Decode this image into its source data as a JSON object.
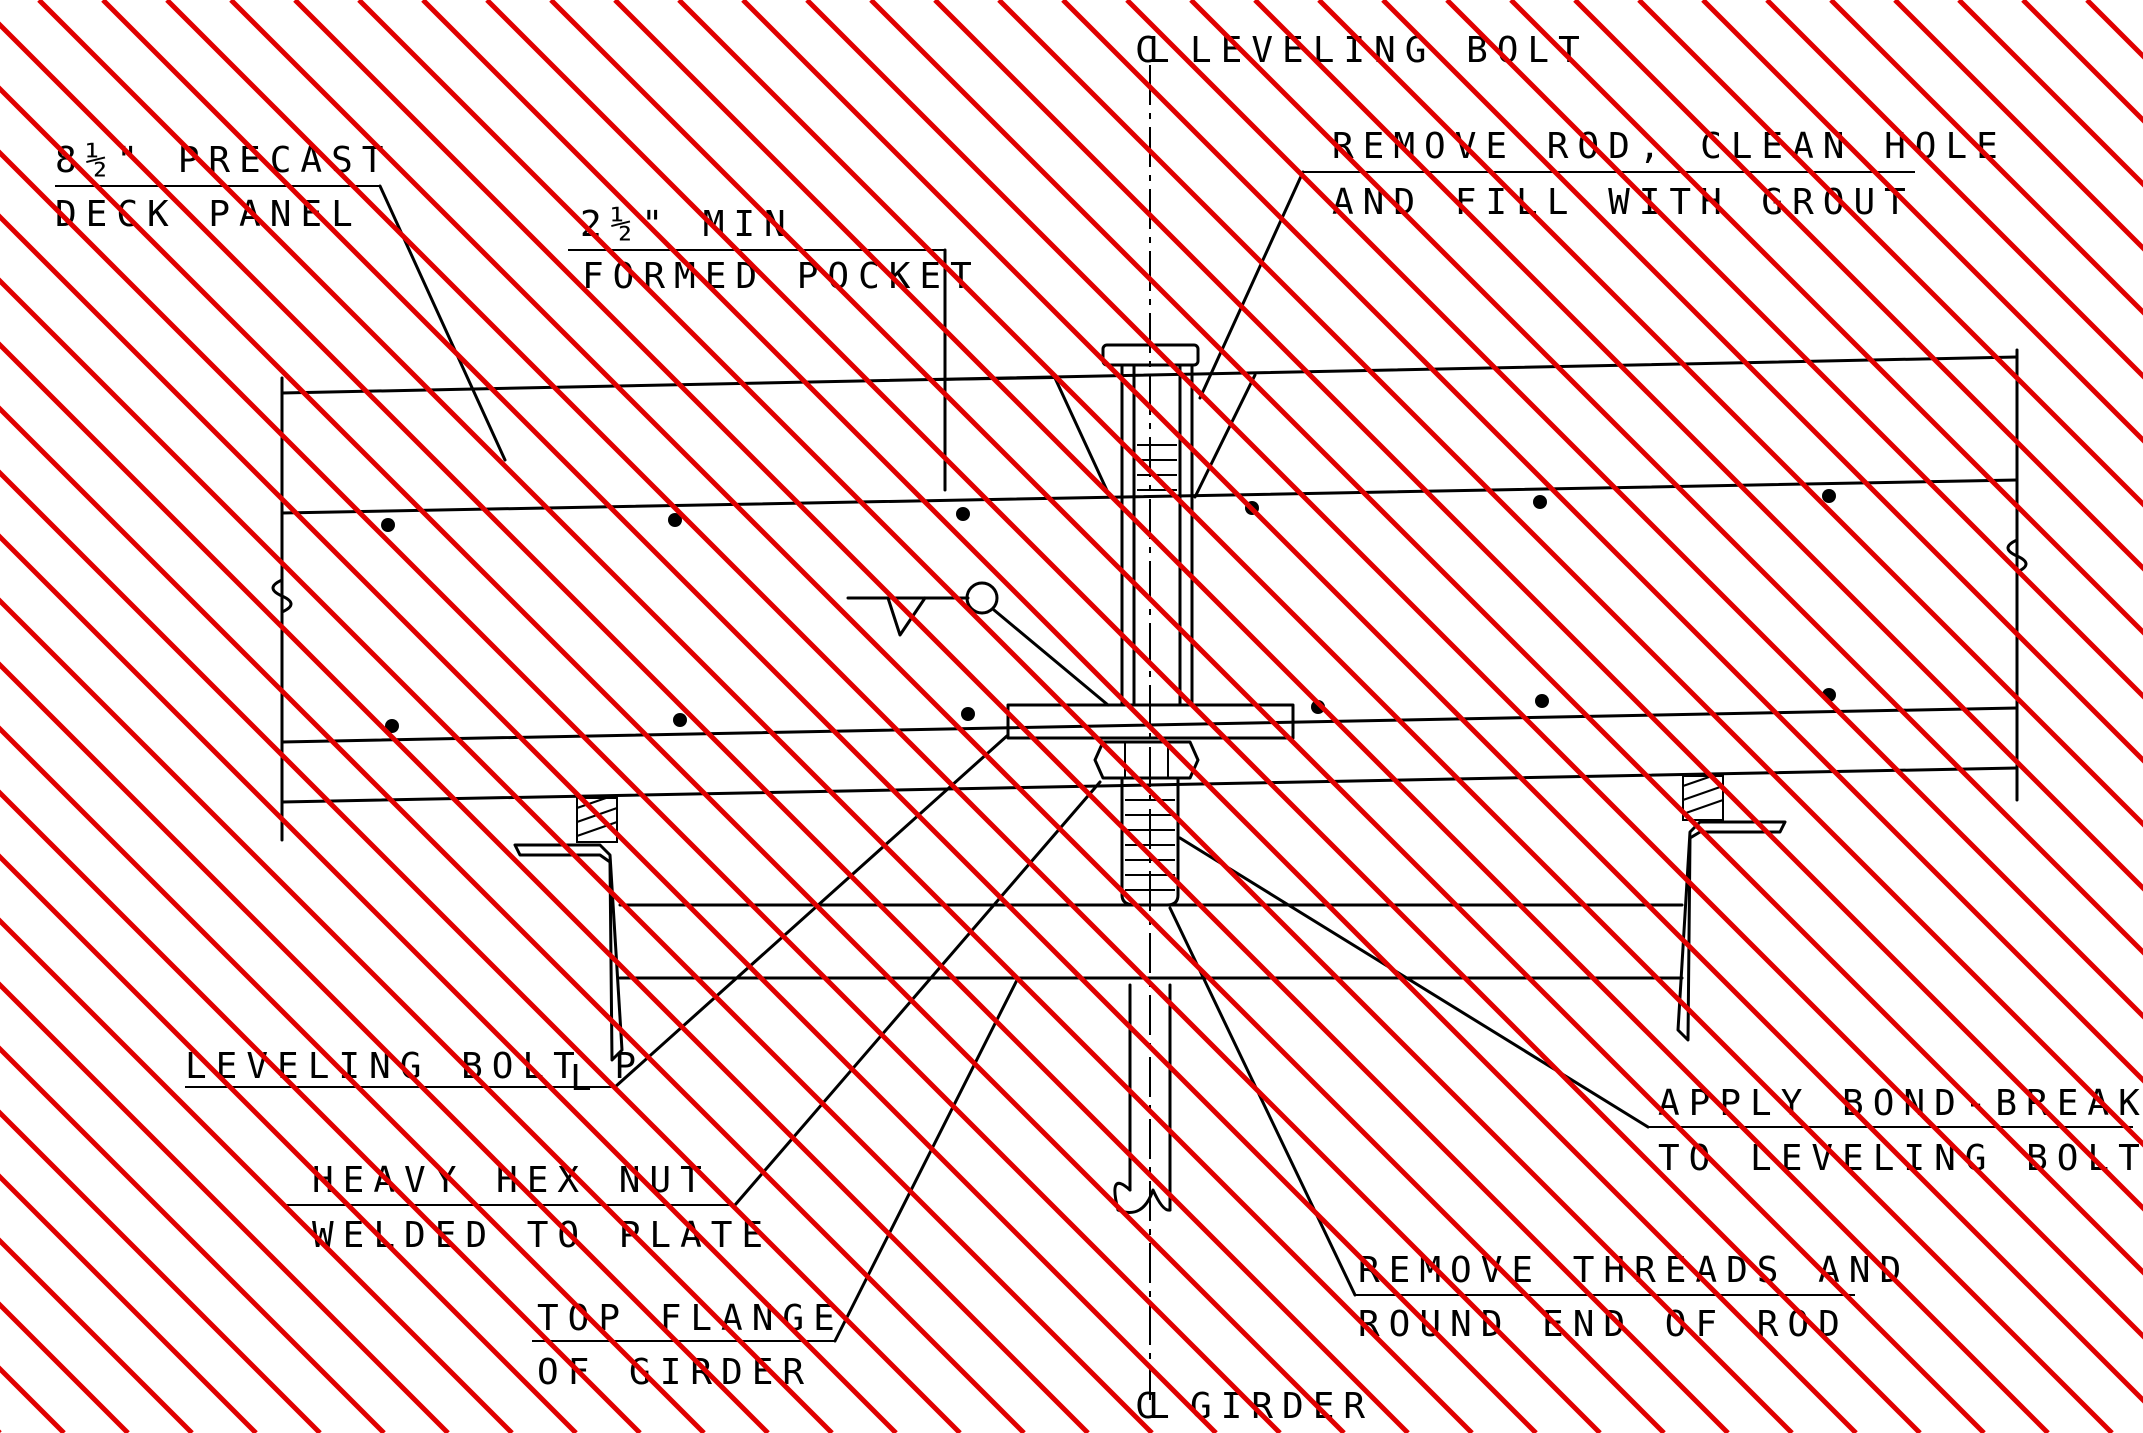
{
  "drawing": {
    "labels": {
      "cl_leveling_bolt": "LEVELING BOLT",
      "precast_line1": "8½\" PRECAST",
      "precast_line2": "DECK PANEL",
      "pocket_line1": "2½\" MIN",
      "pocket_line2": "FORMED POCKET",
      "remove_rod_line1": "REMOVE ROD, CLEAN HOLE",
      "remove_rod_line2": "AND FILL WITH GROUT",
      "leveling_bolt_pl": "LEVELING BOLT P",
      "hex_nut_line1": "HEAVY HEX NUT",
      "hex_nut_line2": "WELDED TO PLATE",
      "top_flange_line1": "TOP FLANGE",
      "top_flange_line2": "OF GIRDER",
      "bond_breaker_line1": "APPLY BOND-BREAKER",
      "bond_breaker_line2": "TO LEVELING BOLT",
      "remove_threads_line1": "REMOVE THREADS AND",
      "remove_threads_line2": "ROUND END OF ROD",
      "cl_girder": "GIRDER"
    },
    "colors": {
      "linework": "#000000",
      "hatch_overlay": "#e00000",
      "background": "#ffffff"
    }
  }
}
